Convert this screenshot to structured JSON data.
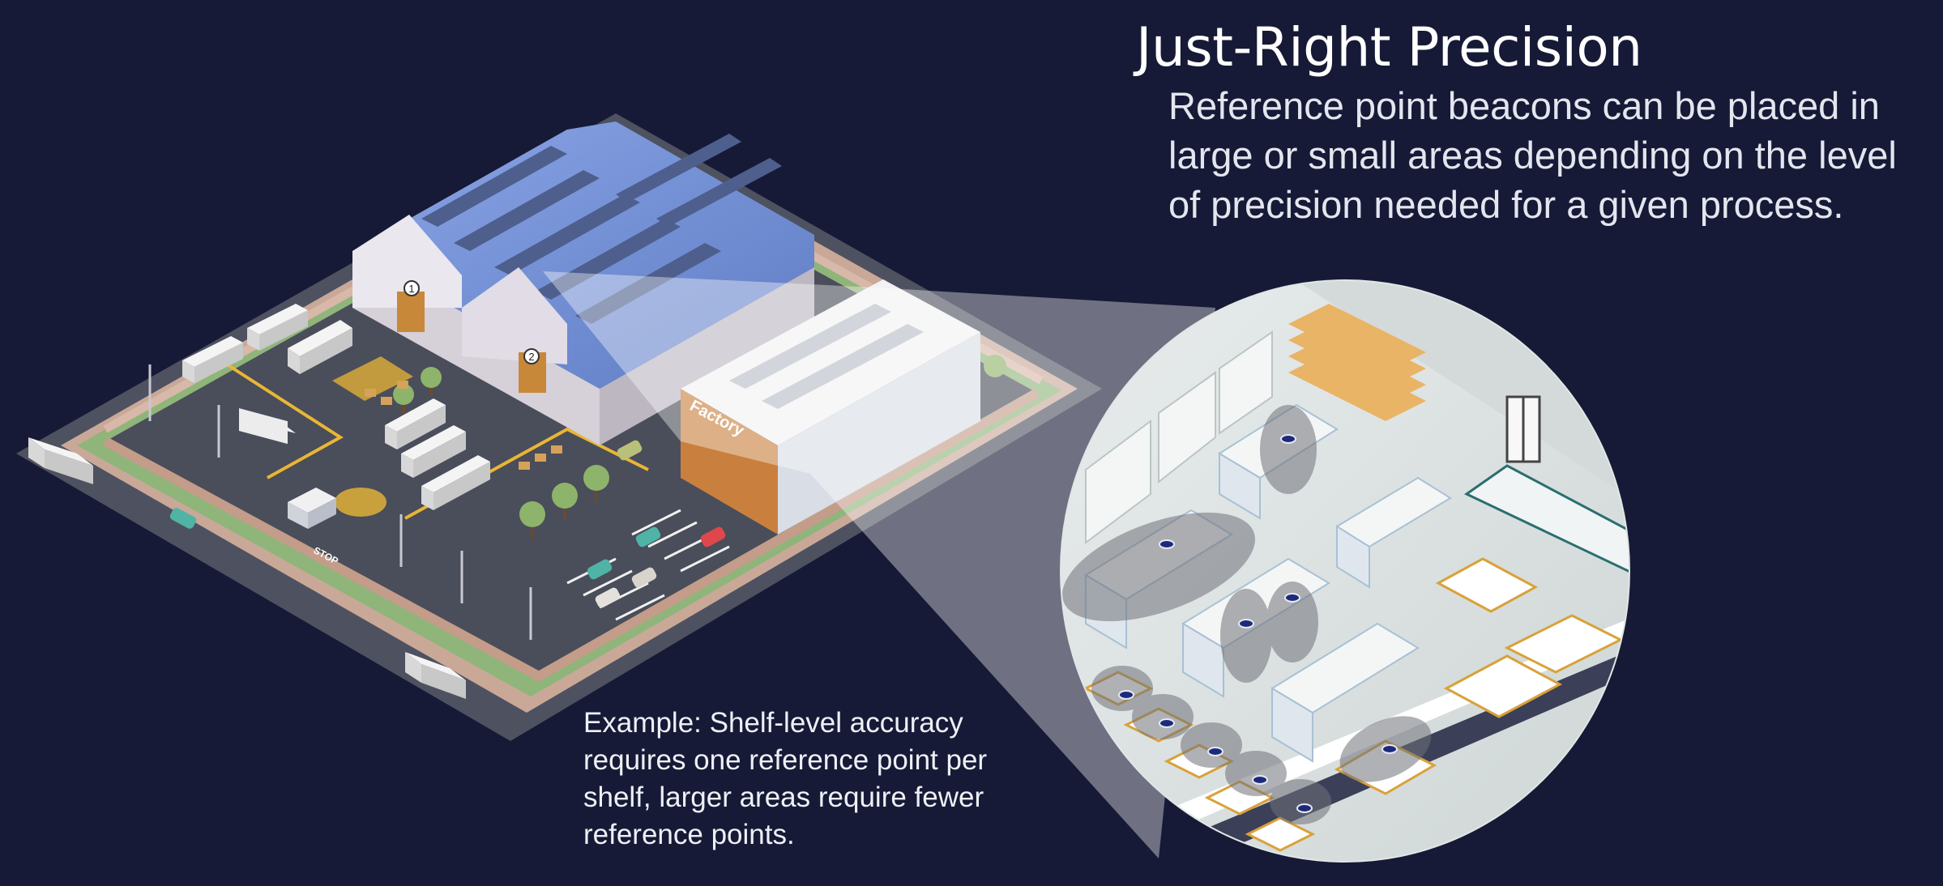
{
  "heading": "Just-Right Precision",
  "description": "Reference point beacons can be placed in large or small areas depending on the level of precision needed for a given process.",
  "example_caption": "Example: Shelf-level accuracy requires one reference point per shelf, larger areas require fewer reference points.",
  "scene": {
    "building_markers": [
      "1",
      "2"
    ],
    "factory_sign": "Factory",
    "gate_sign": "STOP"
  },
  "colors": {
    "background": "#171a36",
    "beacon": "#1d2a7a",
    "coverage_zone": "#6f7278",
    "roof": "#7a97d8",
    "ground": "#5a5d68"
  },
  "icons": [
    "warehouse-illustration",
    "zoom-lens",
    "store-interior",
    "beacon-icon"
  ]
}
